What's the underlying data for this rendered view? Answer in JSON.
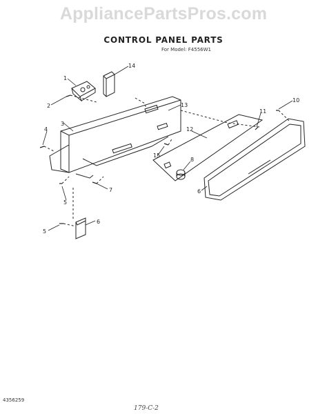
{
  "watermark": "AppliancePartsPros.com",
  "title": "CONTROL PANEL PARTS",
  "subtitle": "For Model: F4556W1",
  "callouts": {
    "c1": "1",
    "c2": "2",
    "c3": "3",
    "c4": "4",
    "c5a": "5",
    "c5b": "5",
    "c6a": "6",
    "c6b": "6",
    "c7": "7",
    "c8": "8",
    "c10": "10",
    "c11": "11",
    "c12": "12",
    "c13": "13",
    "c14": "14",
    "c15": "15"
  },
  "footer": {
    "code": "4356259",
    "handwritten": "179-C-2"
  }
}
